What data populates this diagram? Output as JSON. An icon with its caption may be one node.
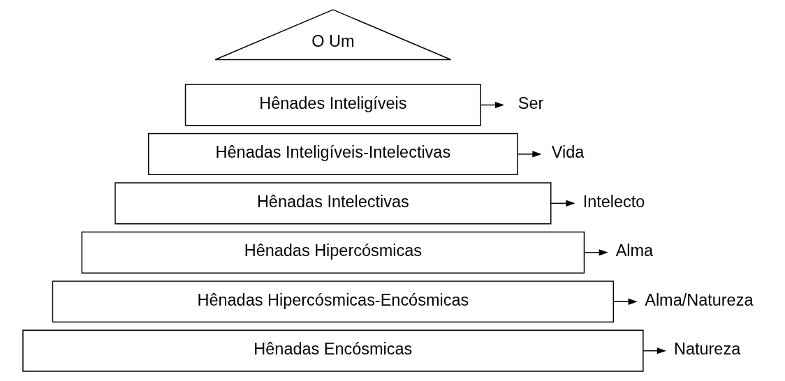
{
  "diagram": {
    "nodes": [
      {
        "text": [
          "O Um"
        ]
      },
      {
        "text": [
          "Hênades Inteligíveis"
        ]
      },
      {
        "text": [
          "Hênadas Inteligíveis-Intelectivas"
        ]
      },
      {
        "text": [
          "Hênadas Intelectivas"
        ]
      },
      {
        "text": [
          "Hênadas Hipercósmicas"
        ]
      },
      {
        "text": [
          "Hênadas Hipercósmicas-Encósmicas"
        ]
      },
      {
        "text": [
          "Hênadas Encósmicas"
        ]
      },
      {
        "text": [
          "Ser"
        ]
      },
      {
        "text": [
          "Vida"
        ]
      },
      {
        "text": [
          "Intelecto"
        ]
      },
      {
        "text": [
          "Alma"
        ]
      },
      {
        "text": [
          "Alma/Natureza"
        ]
      },
      {
        "text": [
          "Natureza"
        ]
      }
    ],
    "edges": [
      {
        "from": 1,
        "to": 7,
        "arrow": "to"
      },
      {
        "from": 2,
        "to": 8,
        "arrow": "to"
      },
      {
        "from": 3,
        "to": 9,
        "arrow": "to"
      },
      {
        "from": 4,
        "to": 10,
        "arrow": "to"
      },
      {
        "from": 5,
        "to": 11,
        "arrow": "to"
      },
      {
        "from": 6,
        "to": 12,
        "arrow": "to"
      }
    ]
  }
}
